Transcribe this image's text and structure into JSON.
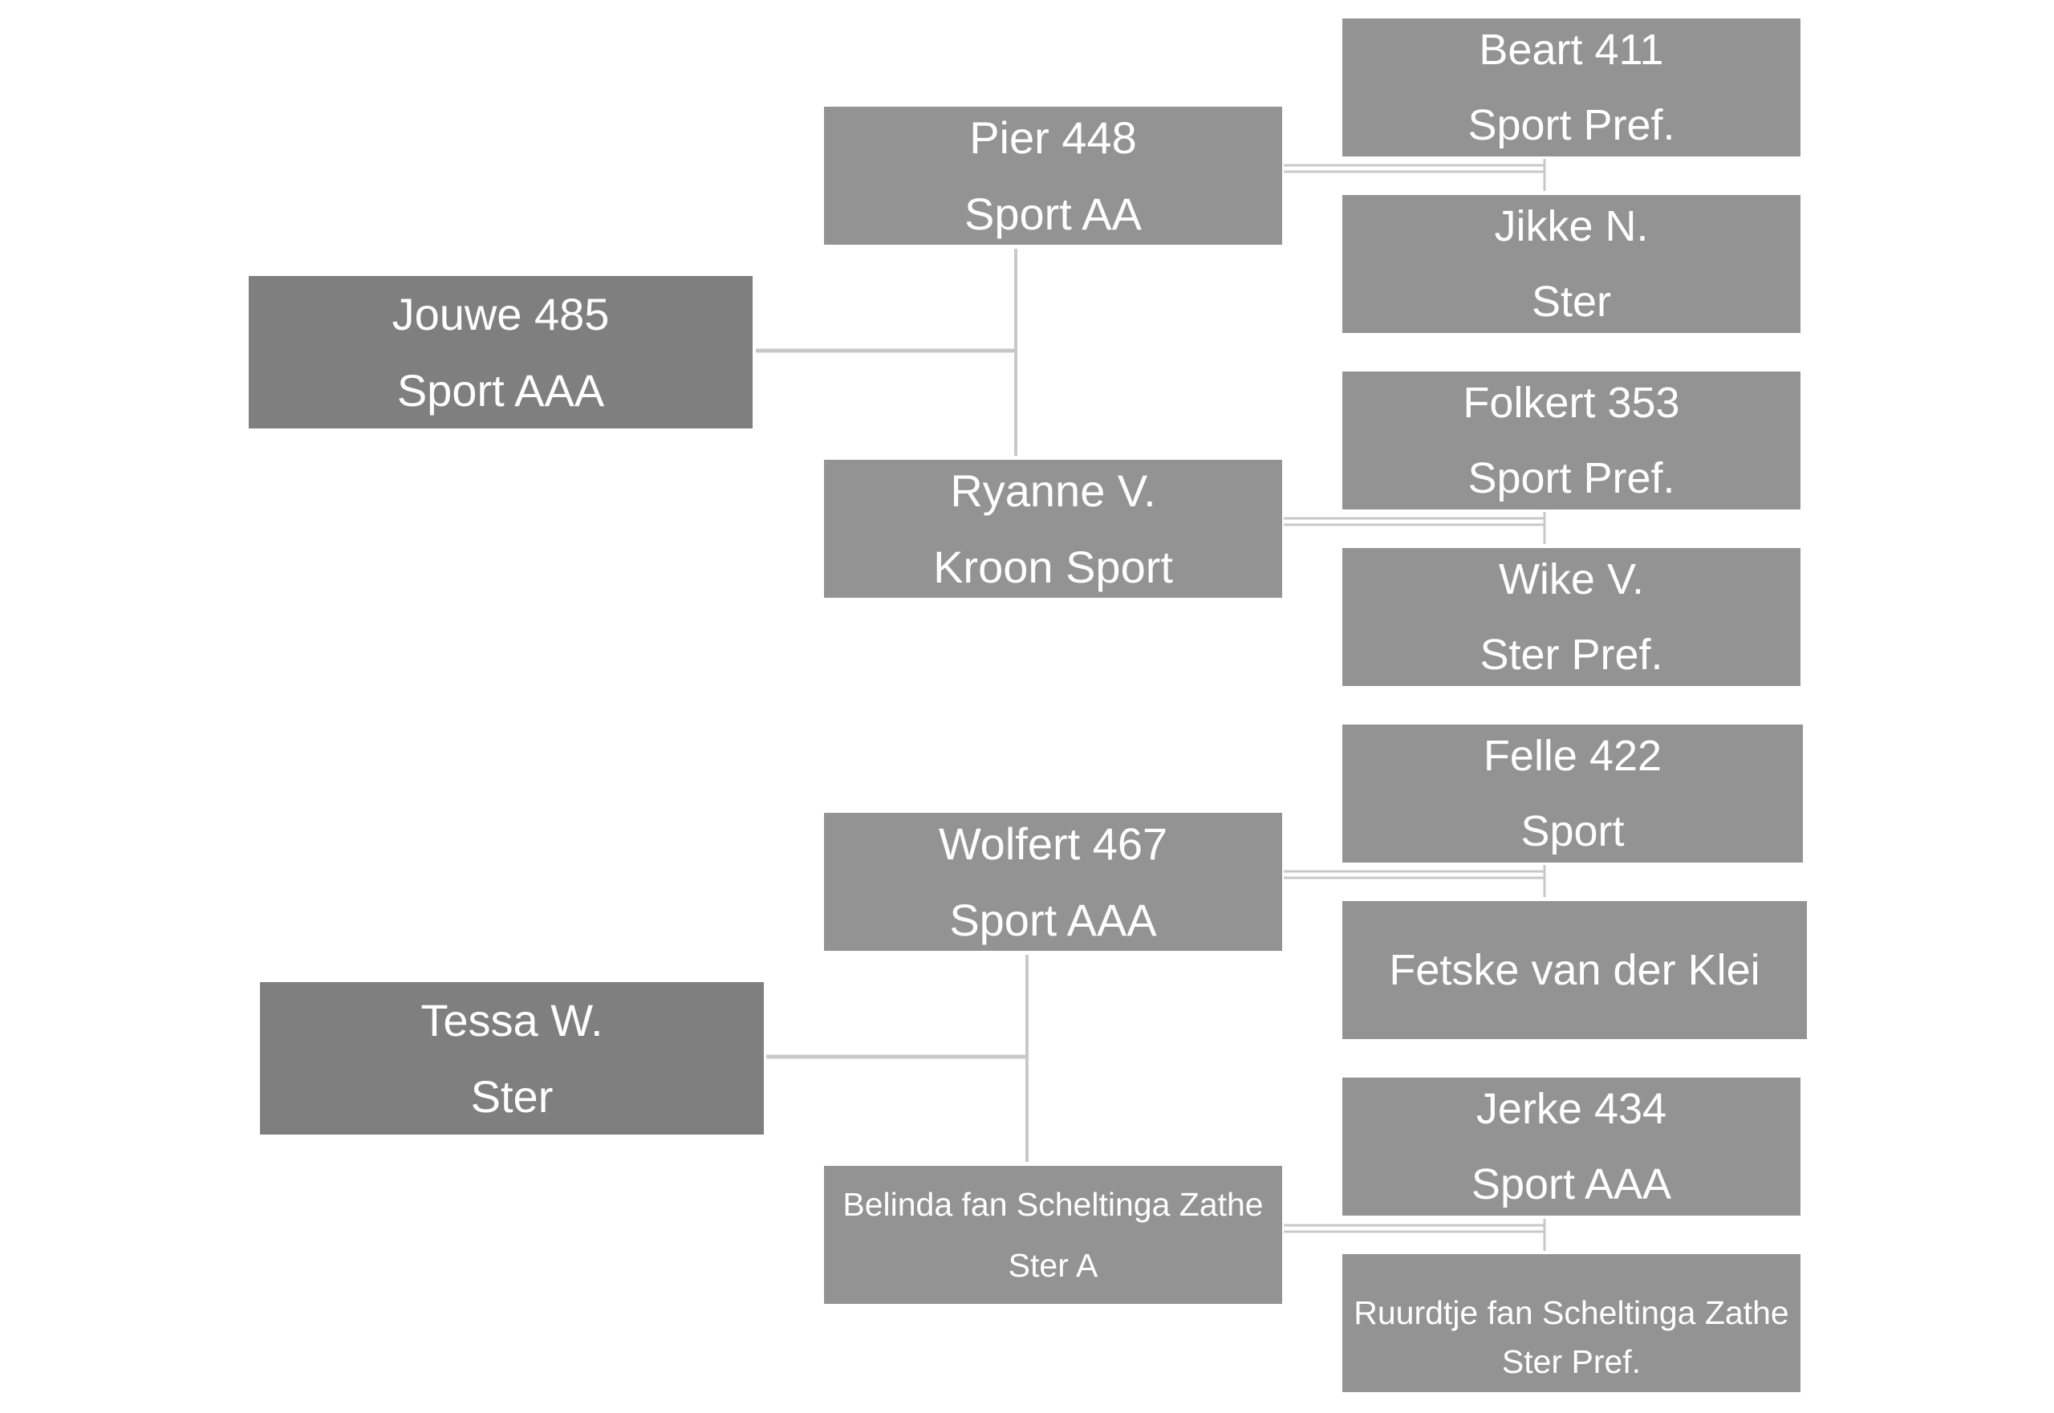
{
  "pedigree": {
    "sire": {
      "name": "Jouwe 485",
      "predicate": "Sport AAA"
    },
    "dam": {
      "name": "Tessa W.",
      "predicate": "Ster"
    },
    "sire_sire": {
      "name": "Pier 448",
      "predicate": "Sport AA"
    },
    "sire_dam": {
      "name": "Ryanne V.",
      "predicate": "Kroon Sport"
    },
    "dam_sire": {
      "name": "Wolfert 467",
      "predicate": "Sport AAA"
    },
    "dam_dam": {
      "name": "Belinda fan Scheltinga Zathe",
      "predicate": "Ster A"
    },
    "gg1": {
      "name": "Beart 411",
      "predicate": "Sport Pref."
    },
    "gg2": {
      "name": "Jikke N.",
      "predicate": "Ster"
    },
    "gg3": {
      "name": "Folkert 353",
      "predicate": "Sport Pref."
    },
    "gg4": {
      "name": "Wike V.",
      "predicate": "Ster Pref."
    },
    "gg5": {
      "name": "Felle 422",
      "predicate": "Sport"
    },
    "gg6": {
      "name": "Fetske van der Klei",
      "predicate": ""
    },
    "gg7": {
      "name": "Jerke 434",
      "predicate": "Sport AAA"
    },
    "gg8": {
      "name": "Ruurdtje fan Scheltinga Zathe",
      "predicate": "Ster Pref."
    }
  },
  "colors": {
    "parent_box": "#7f7f7f",
    "ancestor_box": "#939393",
    "connector": "#c8c8c8",
    "text": "#ffffff"
  }
}
